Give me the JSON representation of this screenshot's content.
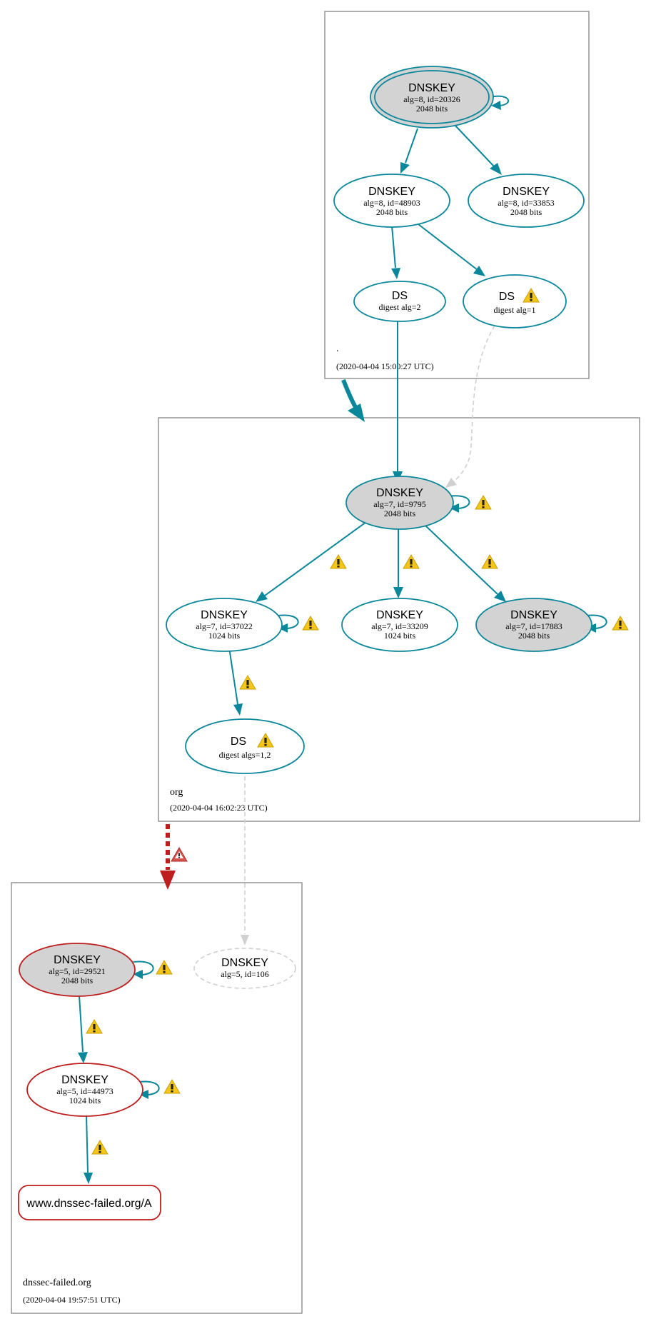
{
  "colors": {
    "edge_secure": "#0a879a",
    "edge_insecure": "#d0d0d0",
    "edge_bogus": "#be1e1e",
    "node_fill_ksk": "#d3d3d3",
    "node_fill_plain": "#ffffff",
    "node_stroke_secure": "#0a879a",
    "node_stroke_bogus": "#be1e1e",
    "warning_yellow": "#f5c518",
    "error_red": "#be1e1e"
  },
  "zones": {
    "root": {
      "name": ".",
      "timestamp": "(2020-04-04 15:00:27 UTC)"
    },
    "org": {
      "name": "org",
      "timestamp": "(2020-04-04 16:02:23 UTC)"
    },
    "dnssec_failed": {
      "name": "dnssec-failed.org",
      "timestamp": "(2020-04-04 19:57:51 UTC)"
    }
  },
  "nodes": {
    "root_ksk": {
      "title": "DNSKEY",
      "line1": "alg=8, id=20326",
      "line2": "2048 bits"
    },
    "root_zsk1": {
      "title": "DNSKEY",
      "line1": "alg=8, id=48903",
      "line2": "2048 bits"
    },
    "root_zsk2": {
      "title": "DNSKEY",
      "line1": "alg=8, id=33853",
      "line2": "2048 bits"
    },
    "root_ds2": {
      "title": "DS",
      "line1": "digest alg=2"
    },
    "root_ds1": {
      "title": "DS",
      "line1": "digest alg=1"
    },
    "org_ksk": {
      "title": "DNSKEY",
      "line1": "alg=7, id=9795",
      "line2": "2048 bits"
    },
    "org_zsk1": {
      "title": "DNSKEY",
      "line1": "alg=7, id=37022",
      "line2": "1024 bits"
    },
    "org_zsk2": {
      "title": "DNSKEY",
      "line1": "alg=7, id=33209",
      "line2": "1024 bits"
    },
    "org_ksk2": {
      "title": "DNSKEY",
      "line1": "alg=7, id=17883",
      "line2": "2048 bits"
    },
    "org_ds": {
      "title": "DS",
      "line1": "digest algs=1,2"
    },
    "df_ksk": {
      "title": "DNSKEY",
      "line1": "alg=5, id=29521",
      "line2": "2048 bits"
    },
    "df_missing": {
      "title": "DNSKEY",
      "line1": "alg=5, id=106"
    },
    "df_zsk": {
      "title": "DNSKEY",
      "line1": "alg=5, id=44973",
      "line2": "1024 bits"
    },
    "df_rrset": {
      "title": "www.dnssec-failed.org/A"
    }
  }
}
